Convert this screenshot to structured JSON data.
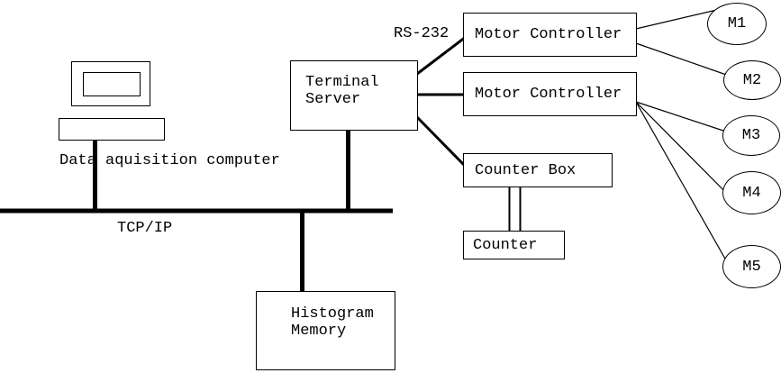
{
  "colors": {
    "line": "#000000",
    "background": "#ffffff"
  },
  "labels": {
    "rs232": "RS-232",
    "tcpip": "TCP/IP",
    "data_acquisition": "Data aquisition computer"
  },
  "nodes": {
    "terminal_server": "Terminal\nServer",
    "motor_controller_1": "Motor Controller",
    "motor_controller_2": "Motor Controller",
    "counter_box": "Counter Box",
    "counter": "Counter",
    "histogram_memory": "Histogram\nMemory",
    "motors": [
      "M1",
      "M2",
      "M3",
      "M4",
      "M5"
    ]
  }
}
